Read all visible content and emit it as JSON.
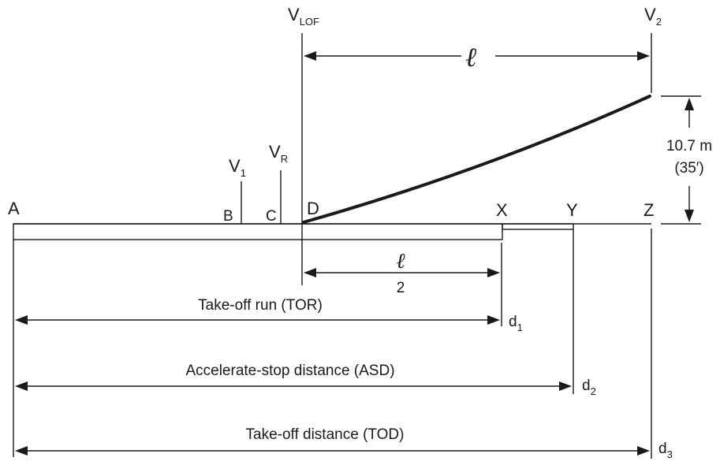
{
  "points": {
    "a": "A",
    "b": "B",
    "c": "C",
    "d": "D",
    "x": "X",
    "y": "Y",
    "z": "Z"
  },
  "speeds": {
    "v1_main": "V",
    "v1_sub": "1",
    "vr_main": "V",
    "vr_sub": "R",
    "vlof_main": "V",
    "vlof_sub": "LOF",
    "v2_main": "V",
    "v2_sub": "2"
  },
  "symbols": {
    "ell": "ℓ",
    "ell_half_num": "ℓ",
    "ell_half_den": "2"
  },
  "height": {
    "metric": "10.7 m",
    "imperial": "(35′)"
  },
  "distances": {
    "tor_label": "Take-off run (TOR)",
    "asd_label": "Accelerate-stop distance (ASD)",
    "tod_label": "Take-off distance (TOD)",
    "d1_main": "d",
    "d1_sub": "1",
    "d2_main": "d",
    "d2_sub": "2",
    "d3_main": "d",
    "d3_sub": "3"
  }
}
